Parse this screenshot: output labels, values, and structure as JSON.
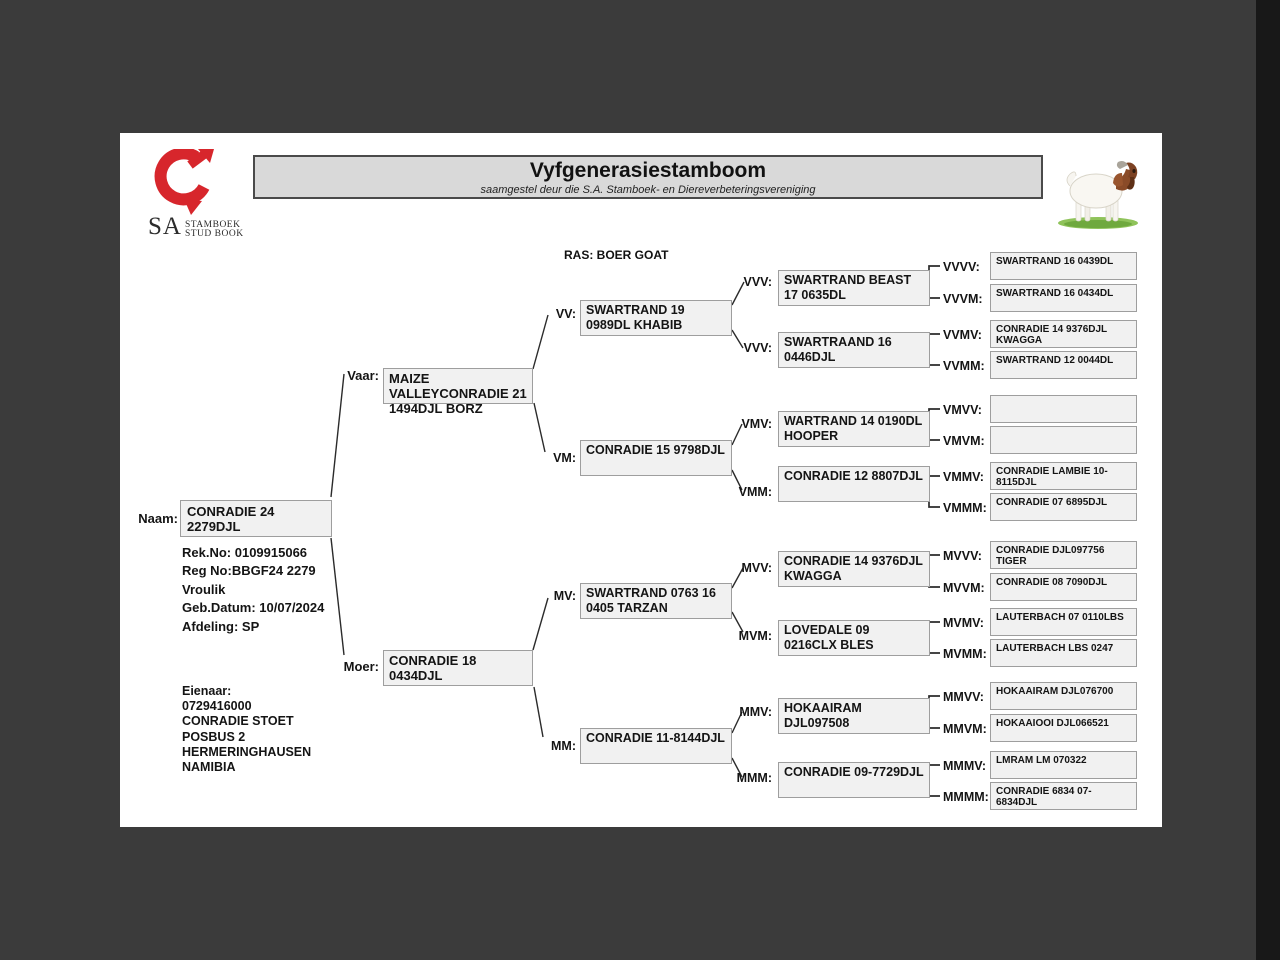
{
  "page": {
    "title": "Vyfgenerasiestamboom",
    "subtitle": "saamgestel deur die S.A. Stamboek- en Diereverbeteringsvereniging",
    "ras_label": "RAS: BOER GOAT"
  },
  "logo": {
    "sa": "SA",
    "line1": "STAMBOEK",
    "line2": "STUD BOOK",
    "accent_color": "#d7262c"
  },
  "subject": {
    "label": "Naam:",
    "name": "CONRADIE 24 2279DJL",
    "details": [
      "Rek.No: 0109915066",
      "Reg No:BBGF24 2279",
      "Vroulik",
      "Geb.Datum: 10/07/2024",
      "Afdeling: SP"
    ]
  },
  "owner": {
    "lines": [
      "Eienaar:",
      "0729416000",
      "CONRADIE STOET",
      "POSBUS 2",
      "HERMERINGHAUSEN",
      "NAMIBIA"
    ]
  },
  "pedigree": {
    "gen1": [
      {
        "label": "Vaar:",
        "name": "MAIZE VALLEYCONRADIE 21 1494DJL BORZ"
      },
      {
        "label": "Moer:",
        "name": "CONRADIE 18 0434DJL"
      }
    ],
    "gen2": [
      {
        "label": "VV:",
        "name": "SWARTRAND 19 0989DL KHABIB"
      },
      {
        "label": "VM:",
        "name": "CONRADIE 15 9798DJL"
      },
      {
        "label": "MV:",
        "name": "SWARTRAND 0763 16 0405 TARZAN"
      },
      {
        "label": "MM:",
        "name": "CONRADIE 11-8144DJL"
      }
    ],
    "gen3": [
      {
        "label": "VVV:",
        "name": "SWARTRAND BEAST 17 0635DL"
      },
      {
        "label": "VVV:",
        "name": "SWARTRAAND 16 0446DJL"
      },
      {
        "label": "VMV:",
        "name": "WARTRAND 14 0190DL HOOPER"
      },
      {
        "label": "VMM:",
        "name": "CONRADIE 12 8807DJL"
      },
      {
        "label": "MVV:",
        "name": "CONRADIE 14 9376DJL KWAGGA"
      },
      {
        "label": "MVM:",
        "name": "LOVEDALE 09 0216CLX BLES"
      },
      {
        "label": "MMV:",
        "name": "HOKAAIRAM DJL097508"
      },
      {
        "label": "MMM:",
        "name": "CONRADIE 09-7729DJL"
      }
    ],
    "gen4": [
      {
        "label": "VVVV:",
        "name": "SWARTRAND 16 0439DL"
      },
      {
        "label": "VVVM:",
        "name": "SWARTRAND 16 0434DL"
      },
      {
        "label": "VVMV:",
        "name": "CONRADIE 14 9376DJL KWAGGA"
      },
      {
        "label": "VVMM:",
        "name": "SWARTRAND 12 0044DL"
      },
      {
        "label": "VMVV:",
        "name": ""
      },
      {
        "label": "VMVM:",
        "name": ""
      },
      {
        "label": "VMMV:",
        "name": "CONRADIE LAMBIE 10-8115DJL"
      },
      {
        "label": "VMMM:",
        "name": "CONRADIE 07 6895DJL"
      },
      {
        "label": "MVVV:",
        "name": "CONRADIE DJL097756 TIGER"
      },
      {
        "label": "MVVM:",
        "name": "CONRADIE 08 7090DJL"
      },
      {
        "label": "MVMV:",
        "name": "LAUTERBACH 07 0110LBS"
      },
      {
        "label": "MVMM:",
        "name": "LAUTERBACH LBS 0247"
      },
      {
        "label": "MMVV:",
        "name": "HOKAAIRAM DJL076700"
      },
      {
        "label": "MMVM:",
        "name": "HOKAAIOOI DJL066521"
      },
      {
        "label": "MMMV:",
        "name": "LMRAM LM 070322"
      },
      {
        "label": "MMMM:",
        "name": "CONRADIE 6834 07-6834DJL"
      }
    ]
  }
}
